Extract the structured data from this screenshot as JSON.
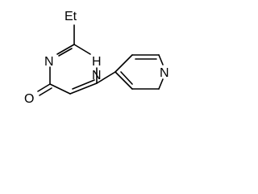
{
  "molecule": {
    "labels": {
      "ethyl": "Et",
      "n3": "N",
      "n1h": "H",
      "n1": "N",
      "oxygen": "O",
      "pyridine_n": "N"
    }
  }
}
